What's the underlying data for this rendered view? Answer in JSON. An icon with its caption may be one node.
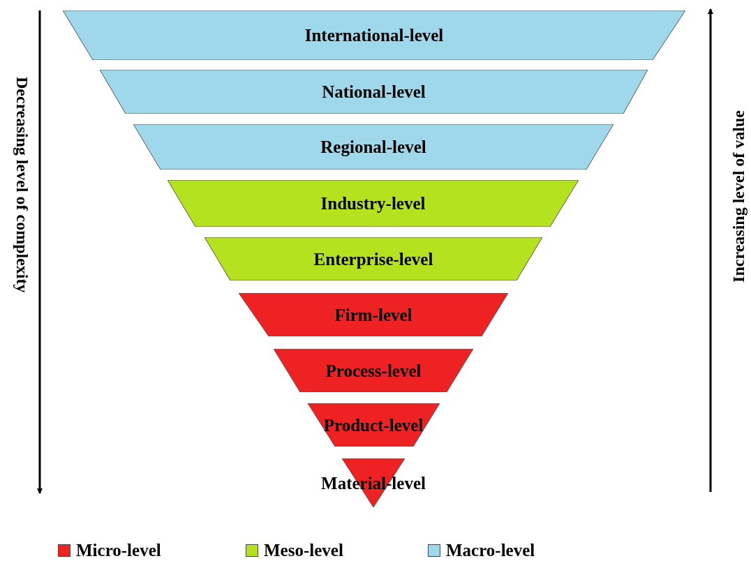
{
  "diagram": {
    "nodes": [
      {
        "text": [
          "International-level"
        ]
      },
      {
        "text": [
          "National-level"
        ]
      },
      {
        "text": [
          "Regional-level"
        ]
      },
      {
        "text": [
          "Industry-level"
        ]
      },
      {
        "text": [
          "Enterprise-level"
        ]
      },
      {
        "text": [
          "Firm-level"
        ]
      },
      {
        "text": [
          "Process-level"
        ]
      },
      {
        "text": [
          "Product-level"
        ]
      },
      {
        "text": [
          "Material-level"
        ]
      }
    ],
    "edges": [],
    "labels": [
      "Decreasing level of complexity",
      "Increasing level of value"
    ],
    "legend": [
      {
        "text": "Micro-level",
        "color": "#ee2222"
      },
      {
        "text": "Meso-level",
        "color": "#b4e21e"
      },
      {
        "text": "Macro-level",
        "color": "#9ed8ea"
      }
    ]
  }
}
